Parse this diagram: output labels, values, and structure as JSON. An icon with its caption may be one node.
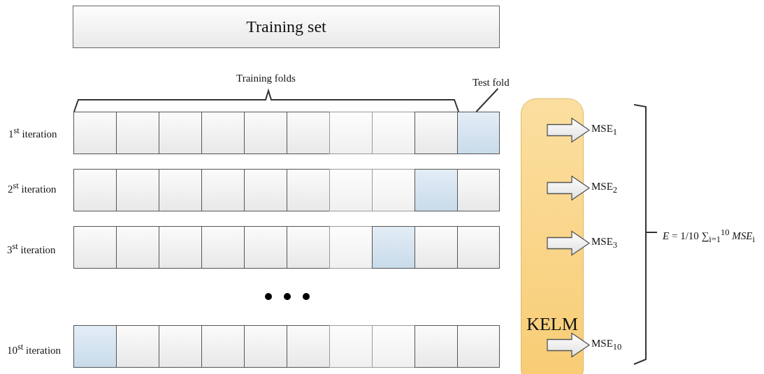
{
  "diagram": {
    "nodes": [
      {
        "text": [
          "Training set"
        ]
      },
      {
        "text": [],
        "shape": "box"
      },
      {
        "text": [],
        "shape": "box"
      },
      {
        "text": [],
        "shape": "box"
      },
      {
        "text": [],
        "shape": "box"
      },
      {
        "text": [],
        "shape": "box"
      },
      {
        "text": [],
        "shape": "box"
      },
      {
        "text": [],
        "shape": "box"
      },
      {
        "text": [],
        "shape": "box"
      },
      {
        "text": [],
        "shape": "box"
      },
      {
        "text": [],
        "shape": "box"
      },
      {
        "text": [],
        "shape": "box"
      },
      {
        "text": [],
        "shape": "box"
      },
      {
        "text": [],
        "shape": "box"
      },
      {
        "text": [],
        "shape": "box"
      },
      {
        "text": [],
        "shape": "box"
      },
      {
        "text": [],
        "shape": "box"
      },
      {
        "text": [],
        "shape": "box"
      },
      {
        "text": [],
        "shape": "box"
      },
      {
        "text": [],
        "shape": "box"
      },
      {
        "text": [],
        "shape": "box"
      },
      {
        "text": [],
        "shape": "box"
      },
      {
        "text": [],
        "shape": "box"
      },
      {
        "text": [],
        "shape": "box"
      },
      {
        "text": [],
        "shape": "box"
      },
      {
        "text": [],
        "shape": "box"
      },
      {
        "text": [],
        "shape": "box"
      },
      {
        "text": [],
        "shape": "box"
      },
      {
        "text": [],
        "shape": "box"
      },
      {
        "text": [],
        "shape": "box"
      },
      {
        "text": [],
        "shape": "box"
      },
      {
        "text": [],
        "shape": "box"
      },
      {
        "text": [],
        "shape": "box"
      },
      {
        "text": [],
        "shape": "box"
      },
      {
        "text": [],
        "shape": "box"
      },
      {
        "text": [],
        "shape": "box"
      },
      {
        "text": [],
        "shape": "box"
      },
      {
        "text": [],
        "shape": "box"
      },
      {
        "text": [],
        "shape": "box"
      },
      {
        "text": [],
        "shape": "box"
      },
      {
        "text": [],
        "shape": "box"
      },
      {
        "text": [
          "Test fold"
        ]
      },
      {
        "text": [
          "KELM"
        ]
      },
      {
        "text": [
          "MSE$_{1}$"
        ]
      },
      {
        "text": [
          "MSE$_{2}$"
        ]
      },
      {
        "text": [
          "MSE$_{3}$"
        ]
      },
      {
        "text": [
          "MSE$_{10}$"
        ]
      }
    ],
    "edges": [
      {
        "from": 41,
        "to": 10,
        "arrow": "none"
      },
      {
        "from": null,
        "to": 43,
        "arrow": "to"
      },
      {
        "from": null,
        "to": 44,
        "arrow": "to"
      },
      {
        "from": null,
        "to": 45,
        "arrow": "to"
      },
      {
        "from": null,
        "to": 46,
        "arrow": "to"
      }
    ],
    "labels": [
      "Training folds",
      "1$^{st}$ iteration",
      "2$^{st}$ iteration",
      "3$^{st}$ iteration",
      "10$^{st}$ iteration",
      "*E* = 1/10 ∑$_{i=1}$$^{10}$ *MSE*$_{i}$"
    ]
  }
}
